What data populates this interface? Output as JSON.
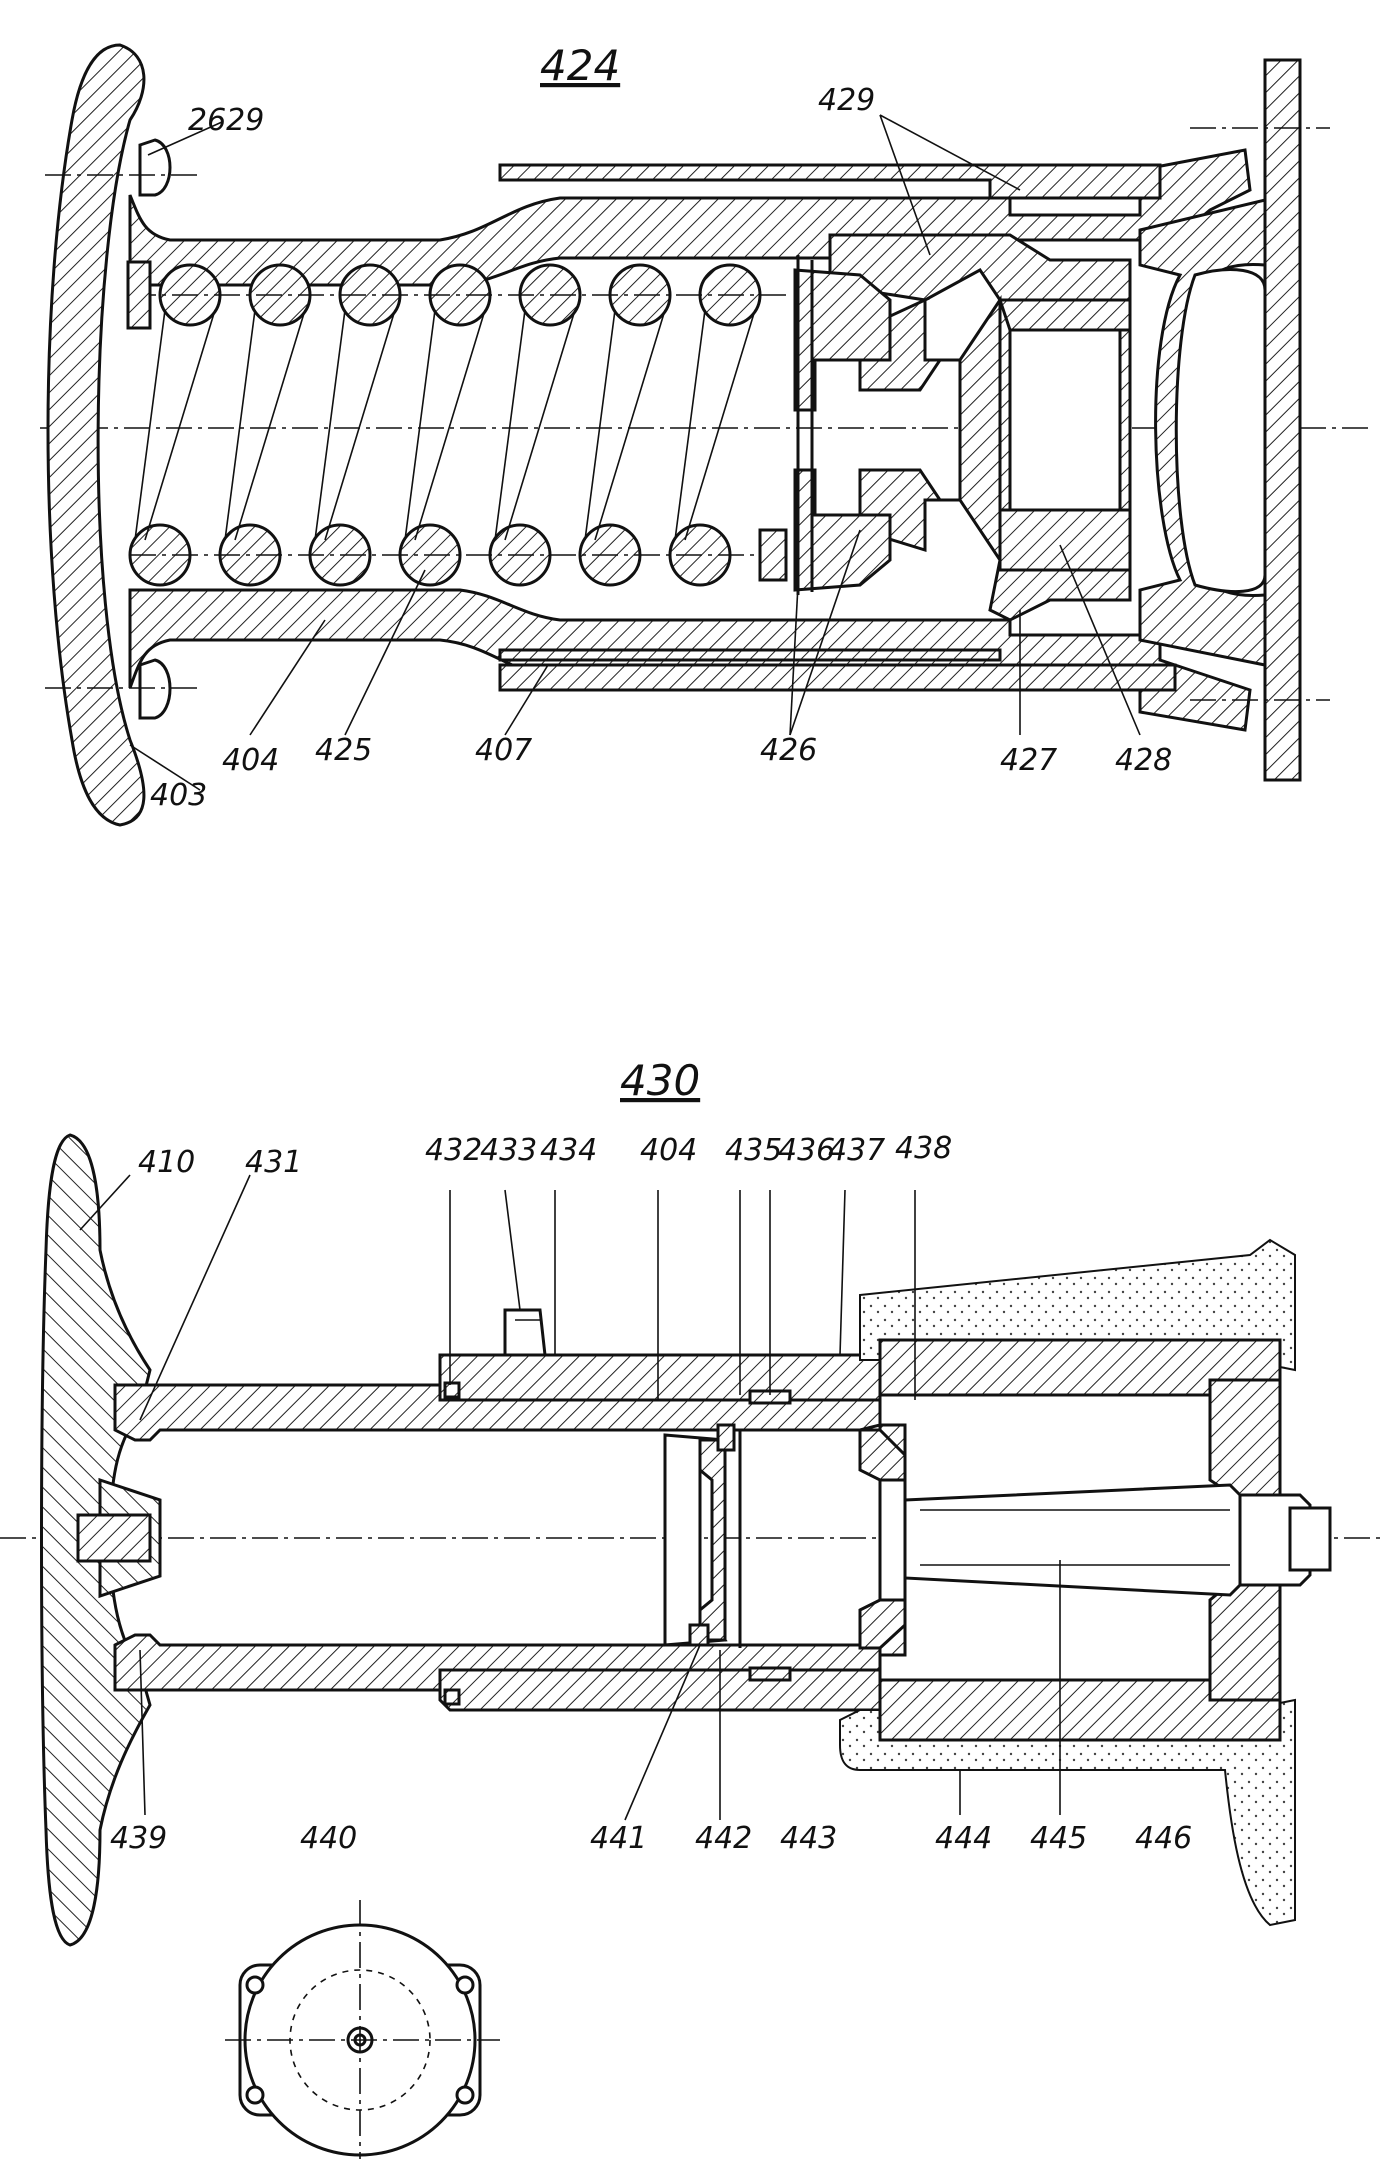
{
  "figures": [
    {
      "id": "top",
      "title": "424",
      "labels": [
        "2629",
        "429",
        "403",
        "404",
        "425",
        "407",
        "426",
        "427",
        "428"
      ]
    },
    {
      "id": "bottom",
      "title": "430",
      "labels": [
        "410",
        "431",
        "432",
        "433",
        "434",
        "404",
        "435",
        "436",
        "437",
        "438",
        "439",
        "440",
        "441",
        "442",
        "443",
        "444",
        "445",
        "446"
      ]
    }
  ]
}
